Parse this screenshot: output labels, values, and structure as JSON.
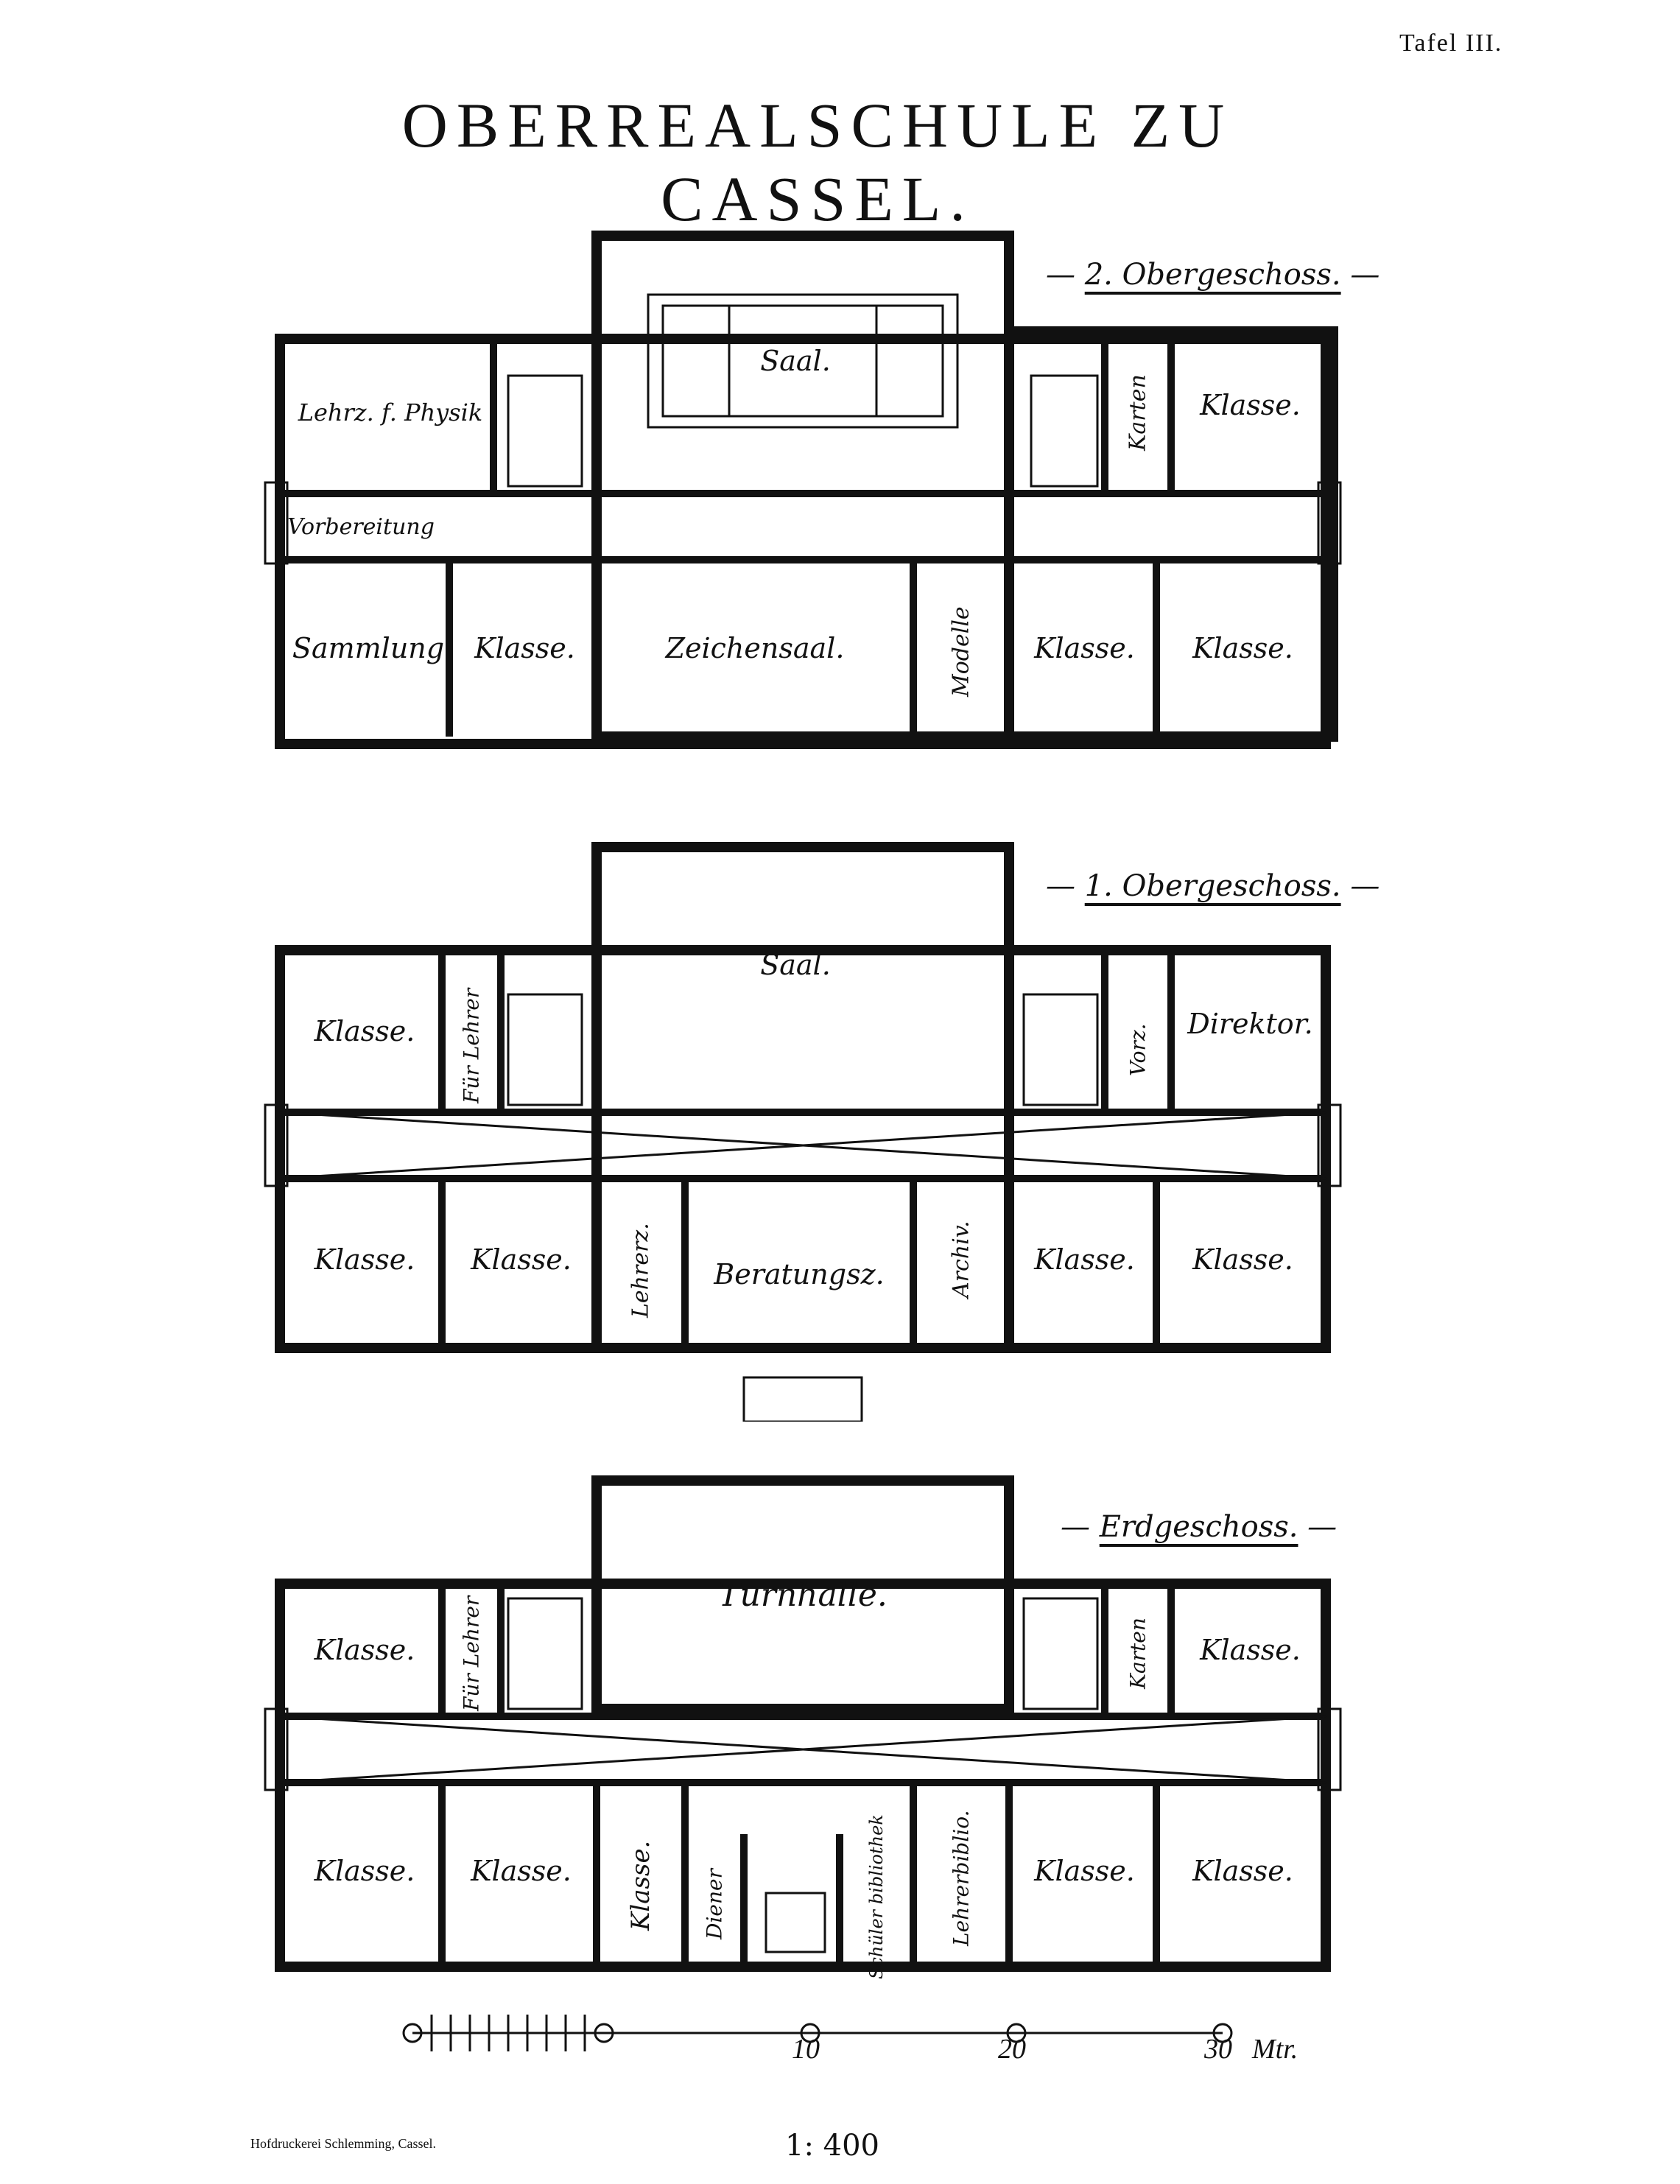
{
  "plate_number": "Tafel III.",
  "title": "Oberrealschule zu Cassel.",
  "floors": {
    "second": {
      "label": "2. Obergeschoss.",
      "rooms": {
        "saal": "Saal.",
        "physics_teacher": "Lehrz. f. Physik",
        "preparation": "Vorbereitung",
        "collection": "Sammlung",
        "class_1": "Klasse.",
        "drawing_hall": "Zeichensaal.",
        "models": "Modelle",
        "maps": "Karten",
        "class_2": "Klasse.",
        "class_3": "Klasse.",
        "class_4": "Klasse."
      }
    },
    "first": {
      "label": "1. Obergeschoss.",
      "rooms": {
        "saal": "Saal.",
        "class_1": "Klasse.",
        "teacher": "Für Lehrer",
        "anteroom": "Vorz.",
        "director": "Direktor.",
        "class_2": "Klasse.",
        "class_3": "Klasse.",
        "teacher_room": "Lehrerz.",
        "conference": "Beratungsz.",
        "archive": "Archiv.",
        "class_4": "Klasse.",
        "class_5": "Klasse."
      }
    },
    "ground": {
      "label": "Erdgeschoss.",
      "rooms": {
        "gym": "Turnhalle.",
        "class_1": "Klasse.",
        "teacher": "Für Lehrer",
        "maps": "Karten",
        "class_2": "Klasse.",
        "class_3": "Klasse.",
        "class_4": "Klasse.",
        "class_5": "Klasse.",
        "servant": "Diener",
        "student_library": "Schüler bibliothek",
        "teacher_library": "Lehrerbiblio.",
        "class_6": "Klasse.",
        "class_7": "Klasse."
      }
    }
  },
  "scale": {
    "ticks": [
      "10",
      "20",
      "30"
    ],
    "unit": "Mtr.",
    "ratio": "1: 400"
  },
  "printer": "Hofdruckerei Schlemming, Cassel."
}
